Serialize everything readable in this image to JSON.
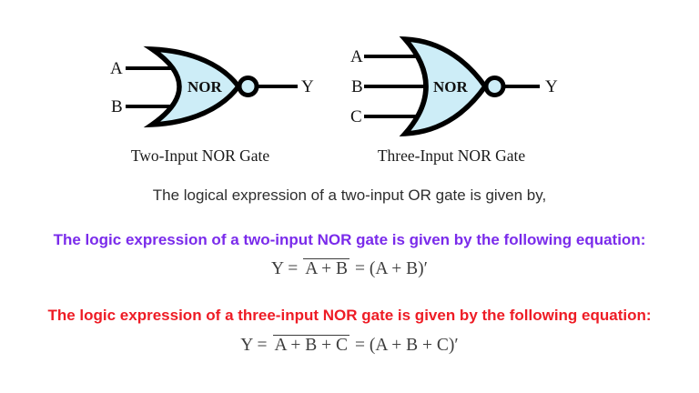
{
  "page": {
    "background": "#ffffff"
  },
  "diagram": {
    "two_input": {
      "input_labels": [
        "A",
        "B"
      ],
      "gate_label": "NOR",
      "output_label": "Y",
      "caption": "Two-Input NOR Gate",
      "fill_color": "#cdedf7"
    },
    "three_input": {
      "input_labels": [
        "A",
        "B",
        "C"
      ],
      "gate_label": "NOR",
      "output_label": "Y",
      "caption": "Three-Input NOR Gate",
      "fill_color": "#cdedf7"
    }
  },
  "text": {
    "intro_line": "The logical expression of a two-input OR gate is given by,",
    "two_input_heading": "The logic expression of a two-input NOR gate is given by the following equation:",
    "three_input_heading": "The logic expression of a three-input NOR gate is given by the following equation:",
    "heading_colors": {
      "two_input": "#7a2beb",
      "three_input": "#ee1c25"
    }
  },
  "equations": {
    "two_input": {
      "lhs": "Y =",
      "overlined": "A + B",
      "rhs": "= (A + B)′"
    },
    "three_input": {
      "lhs": "Y =",
      "overlined": "A + B + C",
      "rhs": "= (A + B + C)′"
    }
  }
}
